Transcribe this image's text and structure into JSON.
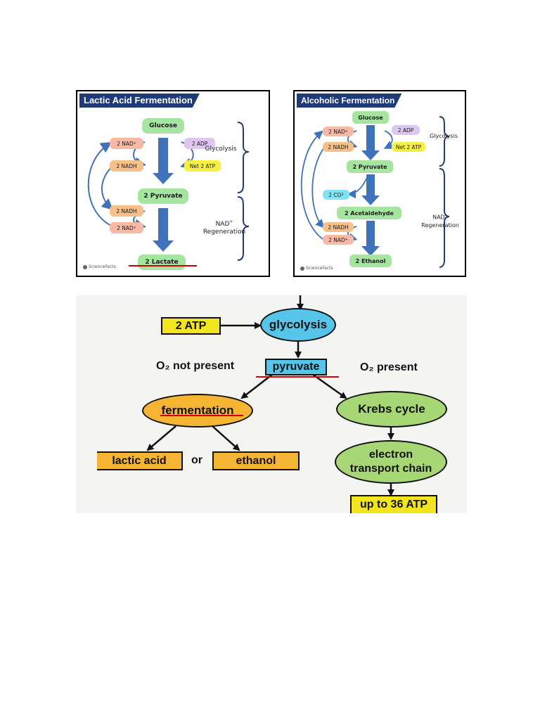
{
  "lactic": {
    "title": "Lactic Acid Fermentation",
    "glucose": "Glucose",
    "nad_plus_1": "2 NAD",
    "nadh_1": "2 NADH",
    "adp": "2 ADP",
    "net_atp": "Net 2 ATP",
    "pyruvate": "2 Pyruvate",
    "nadh_2": "2 NADH",
    "nad_plus_2": "2 NAD",
    "lactate": "2 Lactate",
    "glycolysis_label": "Glycolysis",
    "regen_label_1": "NAD",
    "regen_label_2": "Regeneration",
    "logo": "ScienceFacts"
  },
  "alcoholic": {
    "title": "Alcoholic Fermentation",
    "glucose": "Glucose",
    "nad_plus_1": "2 NAD",
    "nadh_1": "2 NADH",
    "adp": "2 ADP",
    "net_atp": "Net 2 ATP",
    "pyruvate": "2 Pyruvate",
    "co2": "2 CO",
    "acetaldehyde": "2 Acetaldehyde",
    "nadh_2": "2 NADH",
    "nad_plus_2": "2 NAD",
    "ethanol": "2 Ethanol",
    "glycolysis_label": "Glycolysis",
    "regen_label_1": "NAD",
    "regen_label_2": "Regeneration",
    "logo": "ScienceFacts"
  },
  "flow": {
    "atp_in": "2 ATP",
    "glycolysis": "glycolysis",
    "o2_absent": "O₂ not present",
    "pyruvate": "pyruvate",
    "o2_present": "O₂ present",
    "fermentation": "fermentation",
    "krebs": "Krebs cycle",
    "lactic_acid": "lactic acid",
    "or": "or",
    "ethanol": "ethanol",
    "etc_line1": "electron",
    "etc_line2": "transport chain",
    "atp_out": "up to 36 ATP"
  },
  "colors": {
    "header_blue": "#1f3a78",
    "arrow_blue": "#3f72b8",
    "flow_yellow": "#f2e41f",
    "flow_orange": "#f5b533",
    "flow_cyan": "#55c6ea",
    "flow_green": "#a7d774",
    "annotation_red": "#d40000"
  }
}
